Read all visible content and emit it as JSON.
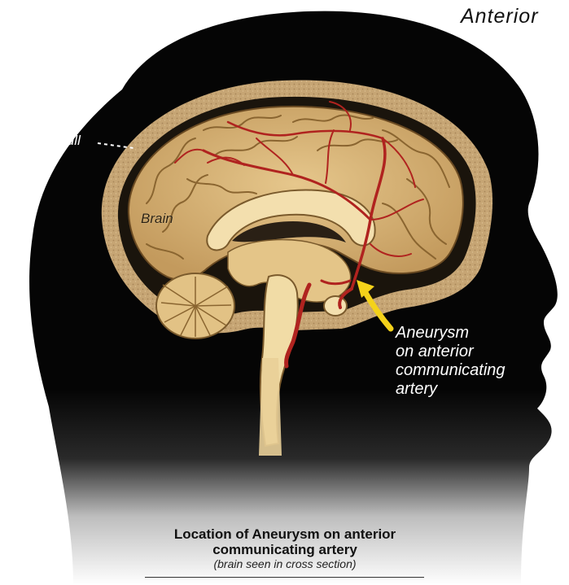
{
  "partial_title": "Anterior",
  "labels": {
    "skull": "Skull",
    "brain": "Brain",
    "aneurysm_lines": [
      "Aneurysm",
      "on anterior",
      "communicating",
      "artery"
    ]
  },
  "caption": {
    "line1": "Location of Aneurysm on anterior",
    "line2": "communicating artery",
    "line3": "(brain seen in cross section)"
  },
  "colors": {
    "background_head": "#050505",
    "skull_bone": "#c9a878",
    "brain_tissue": "#d6b37a",
    "brain_light": "#f1dca6",
    "artery": "#b0231f",
    "aneurysm_arrow": "#f4d21a"
  }
}
